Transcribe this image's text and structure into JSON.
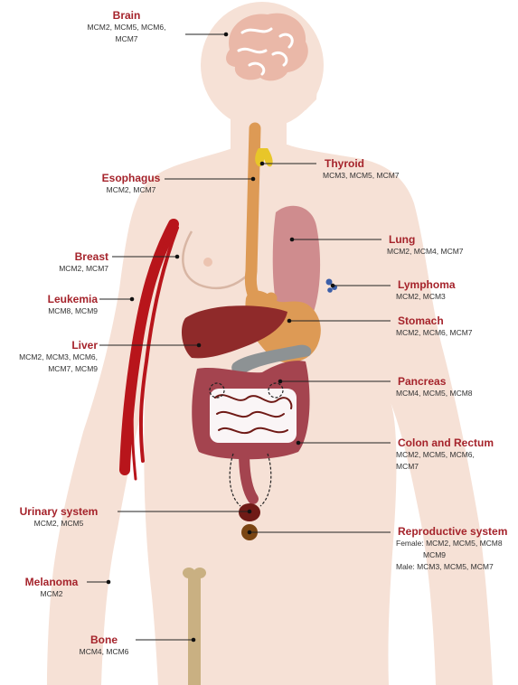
{
  "colors": {
    "skin": "#f6e1d6",
    "label_red": "#a5232b",
    "gene_text": "#333333",
    "leader_line": "#222222",
    "organ_colon": "#a4444f",
    "organ_liver": "#8f2a2a",
    "organ_stomach": "#dd9a55",
    "organ_lung": "#cf8c8e",
    "organ_thyroid": "#e8c629",
    "organ_pancreas": "#8d9294",
    "blood_vessel": "#b8151b",
    "bone": "#c9b082",
    "lymph_node": "#3c5fa8",
    "bladder": "#6f1a16",
    "gonad": "#7a4513"
  },
  "organs": [
    {
      "id": "brain",
      "name": "Brain",
      "genes": [
        "MCM2, MCM5, MCM6,",
        "MCM7"
      ]
    },
    {
      "id": "thyroid",
      "name": "Thyroid",
      "genes": [
        "MCM3, MCM5, MCM7"
      ]
    },
    {
      "id": "esophagus",
      "name": "Esophagus",
      "genes": [
        "MCM2, MCM7"
      ]
    },
    {
      "id": "lung",
      "name": "Lung",
      "genes": [
        "MCM2, MCM4, MCM7"
      ]
    },
    {
      "id": "breast",
      "name": "Breast",
      "genes": [
        "MCM2, MCM7"
      ]
    },
    {
      "id": "lymphoma",
      "name": "Lymphoma",
      "genes": [
        "MCM2, MCM3"
      ]
    },
    {
      "id": "leukemia",
      "name": "Leukemia",
      "genes": [
        "MCM8, MCM9"
      ]
    },
    {
      "id": "stomach",
      "name": "Stomach",
      "genes": [
        "MCM2, MCM6, MCM7"
      ]
    },
    {
      "id": "liver",
      "name": "Liver",
      "genes": [
        "MCM2, MCM3, MCM6,",
        "MCM7, MCM9"
      ]
    },
    {
      "id": "pancreas",
      "name": "Pancreas",
      "genes": [
        "MCM4, MCM5, MCM8"
      ]
    },
    {
      "id": "colon",
      "name": "Colon and Rectum",
      "genes": [
        "MCM2, MCM5, MCM6,",
        "MCM7"
      ]
    },
    {
      "id": "urinary",
      "name": "Urinary system",
      "genes": [
        "MCM2, MCM5"
      ]
    },
    {
      "id": "reproductive",
      "name": "Reproductive system",
      "genes": [
        "Female: MCM2, MCM5, MCM8",
        "MCM9",
        "Male: MCM3, MCM5, MCM7"
      ]
    },
    {
      "id": "melanoma",
      "name": "Melanoma",
      "genes": [
        "MCM2"
      ]
    },
    {
      "id": "bone",
      "name": "Bone",
      "genes": [
        "MCM4, MCM6"
      ]
    }
  ]
}
